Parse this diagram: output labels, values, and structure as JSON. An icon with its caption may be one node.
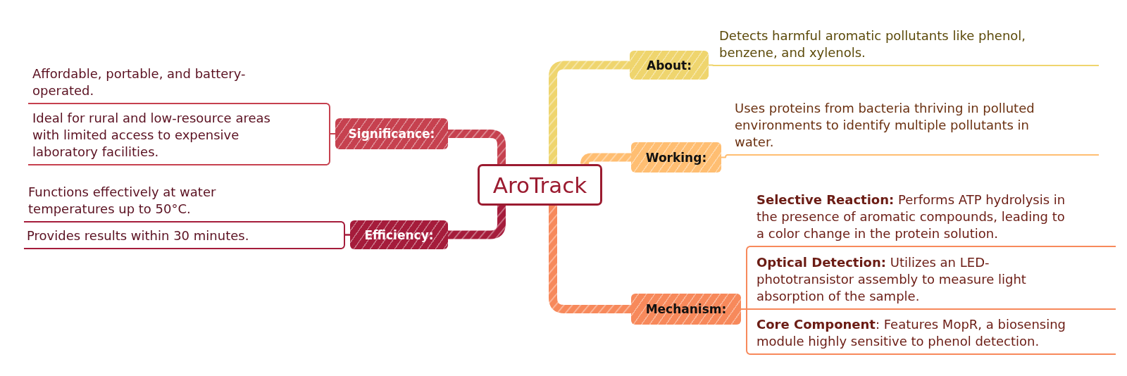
{
  "diagram": {
    "nodes": [
      {
        "text": [
          "AroTrack"
        ]
      },
      {
        "text": [
          "About:"
        ]
      },
      {
        "text": [
          "Detects harmful aromatic pollutants like phenol, benzene, and xylenols."
        ]
      },
      {
        "text": [
          "Working:"
        ]
      },
      {
        "text": [
          "Uses proteins from bacteria thriving in polluted environments to identify multiple pollutants in water."
        ]
      },
      {
        "text": [
          "Mechanism:"
        ]
      },
      {
        "text": [
          "**Selective Reaction:** Performs ATP hydrolysis in the presence of aromatic compounds, leading to a color change in the protein solution."
        ]
      },
      {
        "text": [
          "**Optical Detection:** Utilizes an LED-phototransistor assembly to measure light absorption of the sample."
        ]
      },
      {
        "text": [
          "**Core Component**: Features MopR, a biosensing module highly sensitive to phenol detection."
        ]
      },
      {
        "text": [
          "Significance:"
        ]
      },
      {
        "text": [
          "Affordable, portable, and battery-operated."
        ]
      },
      {
        "text": [
          "Ideal for rural and low-resource areas with limited access to expensive laboratory facilities."
        ]
      },
      {
        "text": [
          "Efficiency:"
        ]
      },
      {
        "text": [
          "Functions effectively at water temperatures up to 50°C."
        ]
      },
      {
        "text": [
          "Provides results within 30 minutes."
        ]
      }
    ],
    "edges": [
      {
        "from": 0,
        "to": 1,
        "arrow": "none",
        "style": "thick",
        "color": "#efd56e"
      },
      {
        "from": 1,
        "to": 2,
        "arrow": "none",
        "color": "#efd56e"
      },
      {
        "from": 0,
        "to": 3,
        "arrow": "none",
        "style": "thick",
        "color": "#ffbe72"
      },
      {
        "from": 3,
        "to": 4,
        "arrow": "none",
        "color": "#ffbe72"
      },
      {
        "from": 0,
        "to": 5,
        "arrow": "none",
        "style": "thick",
        "color": "#f7895b"
      },
      {
        "from": 5,
        "to": 6,
        "arrow": "none",
        "color": "#f7895b"
      },
      {
        "from": 5,
        "to": 7,
        "arrow": "none",
        "color": "#f7895b"
      },
      {
        "from": 5,
        "to": 8,
        "arrow": "none",
        "color": "#f7895b"
      },
      {
        "from": 0,
        "to": 9,
        "arrow": "none",
        "style": "thick",
        "color": "#c6414f"
      },
      {
        "from": 9,
        "to": 10,
        "arrow": "none",
        "color": "#c6414f"
      },
      {
        "from": 9,
        "to": 11,
        "arrow": "none",
        "color": "#c6414f"
      },
      {
        "from": 0,
        "to": 12,
        "arrow": "none",
        "style": "thick",
        "color": "#a51c3b"
      },
      {
        "from": 12,
        "to": 13,
        "arrow": "none",
        "color": "#a51c3b"
      },
      {
        "from": 12,
        "to": 14,
        "arrow": "none",
        "color": "#a51c3b"
      }
    ]
  }
}
